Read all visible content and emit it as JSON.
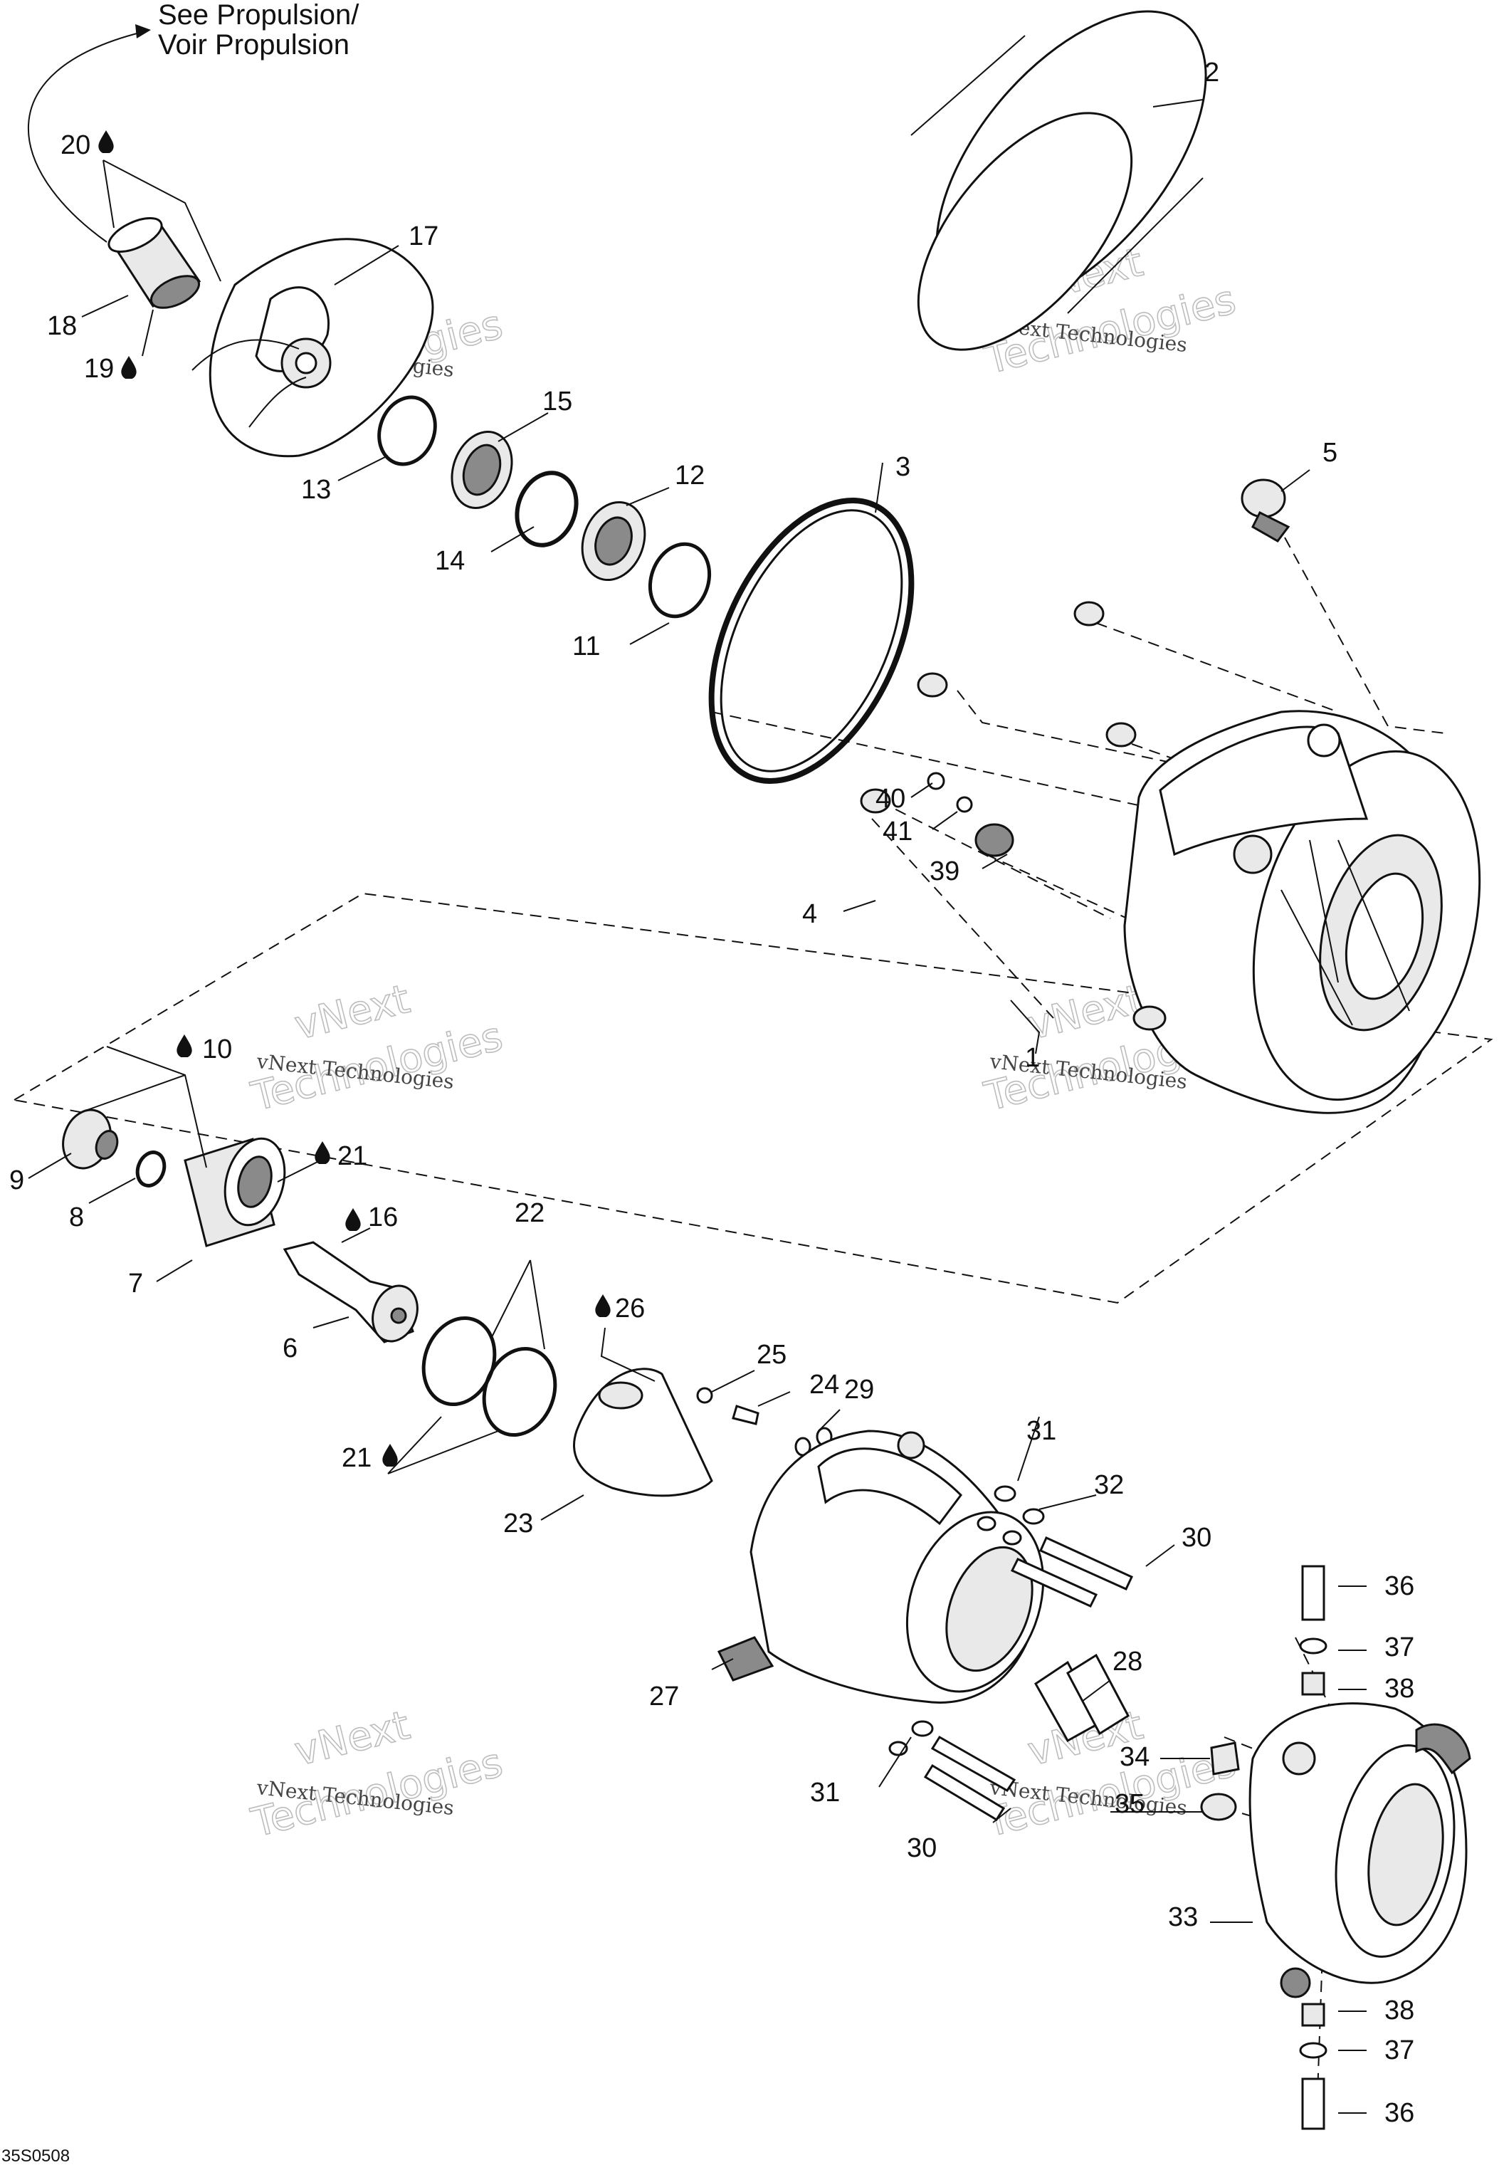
{
  "reference": {
    "line1": "See Propulsion/",
    "line2": "Voir Propulsion"
  },
  "watermarks": [
    {
      "company": "vNext Technologies",
      "word1": "vNext",
      "word2": "Technologies"
    },
    {
      "company": "vNext Technologies",
      "word1": "vNext",
      "word2": "Technologies"
    },
    {
      "company": "vNext Technologies",
      "word1": "vNext",
      "word2": "Technologies"
    },
    {
      "company": "vNext Technologies",
      "word1": "vNext",
      "word2": "Technologies"
    },
    {
      "company": "vNext Technologies",
      "word1": "vNext",
      "word2": "Technologies"
    },
    {
      "company": "vNext Technologies",
      "word1": "vNext",
      "word2": "Technologies"
    }
  ],
  "drawing_code": "35S0508",
  "lubricant_icon": "oil-drop-icon",
  "callouts": [
    {
      "label": "1"
    },
    {
      "label": "2"
    },
    {
      "label": "3"
    },
    {
      "label": "4"
    },
    {
      "label": "5"
    },
    {
      "label": "6"
    },
    {
      "label": "7"
    },
    {
      "label": "8"
    },
    {
      "label": "9"
    },
    {
      "label": "10"
    },
    {
      "label": "11"
    },
    {
      "label": "12"
    },
    {
      "label": "13"
    },
    {
      "label": "14"
    },
    {
      "label": "15"
    },
    {
      "label": "16"
    },
    {
      "label": "17"
    },
    {
      "label": "18"
    },
    {
      "label": "19"
    },
    {
      "label": "20"
    },
    {
      "label": "21"
    },
    {
      "label": "21"
    },
    {
      "label": "22"
    },
    {
      "label": "23"
    },
    {
      "label": "24"
    },
    {
      "label": "25"
    },
    {
      "label": "26"
    },
    {
      "label": "27"
    },
    {
      "label": "28"
    },
    {
      "label": "29"
    },
    {
      "label": "30"
    },
    {
      "label": "30"
    },
    {
      "label": "31"
    },
    {
      "label": "31"
    },
    {
      "label": "32"
    },
    {
      "label": "33"
    },
    {
      "label": "34"
    },
    {
      "label": "35"
    },
    {
      "label": "36"
    },
    {
      "label": "36"
    },
    {
      "label": "37"
    },
    {
      "label": "37"
    },
    {
      "label": "38"
    },
    {
      "label": "38"
    },
    {
      "label": "39"
    },
    {
      "label": "40"
    },
    {
      "label": "41"
    }
  ]
}
